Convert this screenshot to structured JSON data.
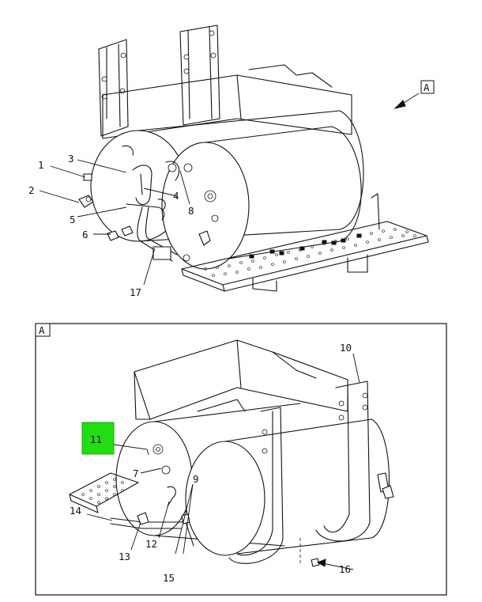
{
  "view_label": "A",
  "detail_label": "A",
  "highlight_color": "#22dd11",
  "callouts_top": [
    "1",
    "2",
    "3",
    "4",
    "5",
    "6",
    "8",
    "17"
  ],
  "callouts_bottom": [
    "7",
    "9",
    "10",
    "11",
    "12",
    "13",
    "14",
    "15",
    "16"
  ],
  "highlighted_callout": "11"
}
